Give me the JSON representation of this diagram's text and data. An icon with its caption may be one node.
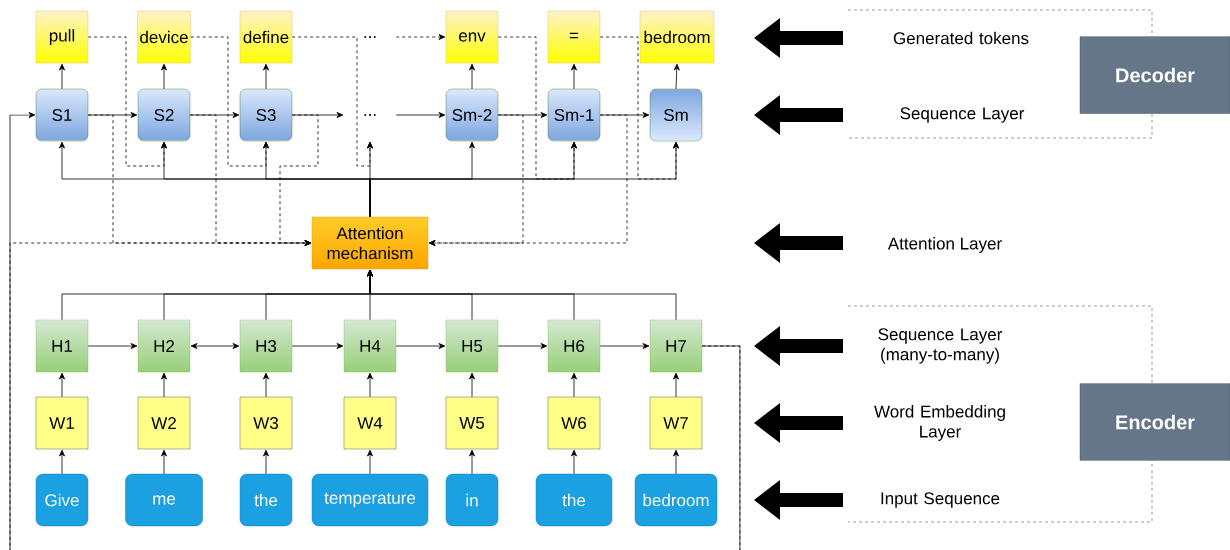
{
  "diagram": {
    "nodes": [
      {
        "text": [
          "pull"
        ]
      },
      {
        "text": [
          "device"
        ]
      },
      {
        "text": [
          "define"
        ]
      },
      {
        "text": [
          "..."
        ]
      },
      {
        "text": [
          "env"
        ]
      },
      {
        "text": [
          "="
        ]
      },
      {
        "text": [
          "bedroom"
        ]
      },
      {
        "text": [
          "S1"
        ]
      },
      {
        "text": [
          "S2"
        ]
      },
      {
        "text": [
          "S3"
        ]
      },
      {
        "text": [
          "..."
        ]
      },
      {
        "text": [
          "Sm-2"
        ]
      },
      {
        "text": [
          "Sm-1"
        ]
      },
      {
        "text": [
          "Sm"
        ]
      },
      {
        "text": [
          "Attention mechanism"
        ]
      },
      {
        "text": [
          "H1"
        ]
      },
      {
        "text": [
          "H2"
        ]
      },
      {
        "text": [
          "H3"
        ]
      },
      {
        "text": [
          "H4"
        ]
      },
      {
        "text": [
          "H5"
        ]
      },
      {
        "text": [
          "H6"
        ]
      },
      {
        "text": [
          "H7"
        ]
      },
      {
        "text": [
          "W1"
        ]
      },
      {
        "text": [
          "W2"
        ]
      },
      {
        "text": [
          "W3"
        ]
      },
      {
        "text": [
          "W4"
        ]
      },
      {
        "text": [
          "W5"
        ]
      },
      {
        "text": [
          "W6"
        ]
      },
      {
        "text": [
          "W7"
        ]
      },
      {
        "text": [
          "Give"
        ]
      },
      {
        "text": [
          "me"
        ]
      },
      {
        "text": [
          "the"
        ]
      },
      {
        "text": [
          "temperature"
        ]
      },
      {
        "text": [
          "in"
        ]
      },
      {
        "text": [
          "the"
        ]
      },
      {
        "text": [
          "bedroom"
        ]
      },
      {
        "text": [
          "Generated tokens",
          "Sequence Layer"
        ]
      },
      {
        "text": [
          "Decoder"
        ]
      },
      {
        "text": [
          "Sequence Layer (many-to-many)",
          "Word Embedding Layer",
          "Input Sequence"
        ]
      },
      {
        "text": [
          "Encoder"
        ]
      }
    ],
    "edges": [
      {
        "from": 7,
        "to": 0,
        "arrow": "to"
      },
      {
        "from": 8,
        "to": 1,
        "arrow": "to"
      },
      {
        "from": 9,
        "to": 2,
        "arrow": "to"
      },
      {
        "from": 11,
        "to": 4,
        "arrow": "to"
      },
      {
        "from": 12,
        "to": 5,
        "arrow": "to"
      },
      {
        "from": 13,
        "to": 6,
        "arrow": "to"
      },
      {
        "from": 7,
        "to": 8,
        "arrow": "to"
      },
      {
        "from": 8,
        "to": 9,
        "arrow": "to"
      },
      {
        "from": 9,
        "to": 10,
        "arrow": "to"
      },
      {
        "from": 10,
        "to": 11,
        "arrow": "to"
      },
      {
        "from": 11,
        "to": 12,
        "arrow": "to"
      },
      {
        "from": 12,
        "to": 13,
        "arrow": "to"
      },
      {
        "from": 14,
        "to": 7,
        "arrow": "to"
      },
      {
        "from": 14,
        "to": 8,
        "arrow": "to"
      },
      {
        "from": 14,
        "to": 9,
        "arrow": "to"
      },
      {
        "from": 14,
        "to": 10,
        "arrow": "to"
      },
      {
        "from": 14,
        "to": 11,
        "arrow": "to"
      },
      {
        "from": 14,
        "to": 12,
        "arrow": "to"
      },
      {
        "from": 14,
        "to": 13,
        "arrow": "to"
      },
      {
        "from": 15,
        "to": 14,
        "arrow": "to"
      },
      {
        "from": 16,
        "to": 14,
        "arrow": "to"
      },
      {
        "from": 17,
        "to": 14,
        "arrow": "to"
      },
      {
        "from": 18,
        "to": 14,
        "arrow": "to"
      },
      {
        "from": 19,
        "to": 14,
        "arrow": "to"
      },
      {
        "from": 20,
        "to": 14,
        "arrow": "to"
      },
      {
        "from": 21,
        "to": 14,
        "arrow": "to"
      },
      {
        "from": 15,
        "to": 16,
        "arrow": "to"
      },
      {
        "from": 16,
        "to": 17,
        "arrow": "both"
      },
      {
        "from": 17,
        "to": 18,
        "arrow": "to"
      },
      {
        "from": 18,
        "to": 19,
        "arrow": "to"
      },
      {
        "from": 19,
        "to": 20,
        "arrow": "to"
      },
      {
        "from": 20,
        "to": 21,
        "arrow": "to"
      },
      {
        "from": 22,
        "to": 15,
        "arrow": "to"
      },
      {
        "from": 23,
        "to": 16,
        "arrow": "to"
      },
      {
        "from": 24,
        "to": 17,
        "arrow": "to"
      },
      {
        "from": 25,
        "to": 18,
        "arrow": "to"
      },
      {
        "from": 26,
        "to": 19,
        "arrow": "to"
      },
      {
        "from": 27,
        "to": 20,
        "arrow": "to"
      },
      {
        "from": 28,
        "to": 21,
        "arrow": "to"
      },
      {
        "from": 29,
        "to": 22,
        "arrow": "to"
      },
      {
        "from": 30,
        "to": 23,
        "arrow": "to"
      },
      {
        "from": 31,
        "to": 24,
        "arrow": "to"
      },
      {
        "from": 32,
        "to": 25,
        "arrow": "to"
      },
      {
        "from": 33,
        "to": 26,
        "arrow": "to"
      },
      {
        "from": 34,
        "to": 27,
        "arrow": "to"
      },
      {
        "from": 35,
        "to": 28,
        "arrow": "to"
      },
      {
        "from": 21,
        "to": 7,
        "arrow": "to"
      },
      {
        "from": 21,
        "to": 14,
        "arrow": "to",
        "style": "dashed"
      },
      {
        "from": 0,
        "to": 8,
        "arrow": "to",
        "style": "dashed"
      },
      {
        "from": 1,
        "to": 9,
        "arrow": "to",
        "style": "dashed"
      },
      {
        "from": 2,
        "to": 10,
        "arrow": "to",
        "style": "dashed"
      },
      {
        "from": 3,
        "to": 4,
        "arrow": "to",
        "style": "dashed"
      },
      {
        "from": 4,
        "to": 12,
        "arrow": "to",
        "style": "dashed"
      },
      {
        "from": 5,
        "to": 13,
        "arrow": "to",
        "style": "dashed"
      },
      {
        "from": 7,
        "to": 14,
        "arrow": "to",
        "style": "dashed"
      },
      {
        "from": 8,
        "to": 14,
        "arrow": "to",
        "style": "dashed"
      },
      {
        "from": 9,
        "to": 14,
        "arrow": "to",
        "style": "dashed"
      },
      {
        "from": 11,
        "to": 14,
        "arrow": "to",
        "style": "dashed"
      },
      {
        "from": 12,
        "to": 14,
        "arrow": "to",
        "style": "dashed"
      }
    ],
    "labels": [
      "Attention Layer"
    ]
  }
}
